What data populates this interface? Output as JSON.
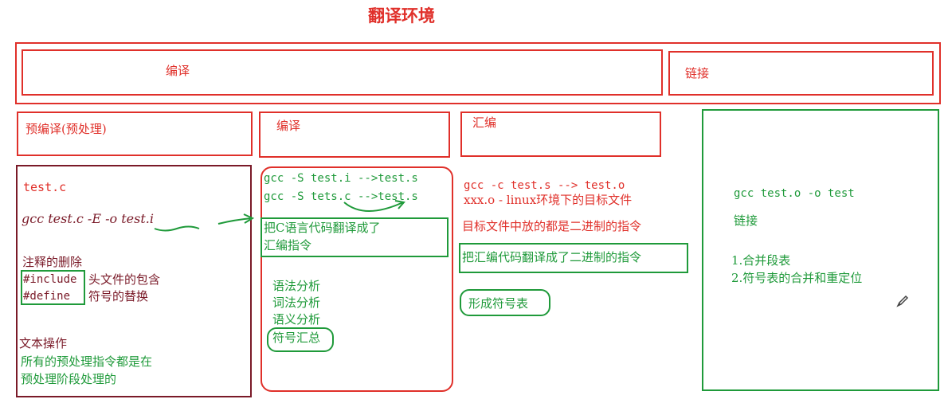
{
  "title": "翻译环境",
  "top_row": {
    "compile": "编译",
    "link": "链接"
  },
  "stages": {
    "preprocess": "预编译(预处理)",
    "compile": "编译",
    "assemble": "汇编"
  },
  "preprocess_panel": {
    "file": "test.c",
    "command": "gcc test.c -E -o test.i",
    "comment_removal": "注释的删除",
    "include_kw": "#include",
    "include_desc": "头文件的包含",
    "define_kw": "#define",
    "define_desc": "符号的替换",
    "text_ops": "文本操作",
    "note_line1": "所有的预处理指令都是在",
    "note_line2": "预处理阶段处理的"
  },
  "compile_panel": {
    "cmd1": "gcc -S test.i -->test.s",
    "cmd2": "gcc -S tets.c -->test.s",
    "desc_line1": "把C语言代码翻译成了",
    "desc_line2": "汇编指令",
    "analysis": [
      "语法分析",
      "词法分析",
      "语义分析"
    ],
    "symbol_summary": "符号汇总"
  },
  "assemble_panel": {
    "cmd": "gcc -c test.s --> test.o",
    "object_note": "xxx.o - linux环境下的目标文件",
    "binary_note": "目标文件中放的都是二进制的指令",
    "translate_note": "把汇编代码翻译成了二进制的指令",
    "symbol_table": "形成符号表"
  },
  "link_panel": {
    "cmd": "gcc test.o -o test",
    "heading": "链接",
    "steps": [
      "1.合并段表",
      "2.符号表的合并和重定位"
    ]
  },
  "colors": {
    "red": "#e0302a",
    "green": "#1f9a3a",
    "dark_red": "#7a1a28"
  },
  "icons": [
    "pencil-cursor-icon"
  ]
}
